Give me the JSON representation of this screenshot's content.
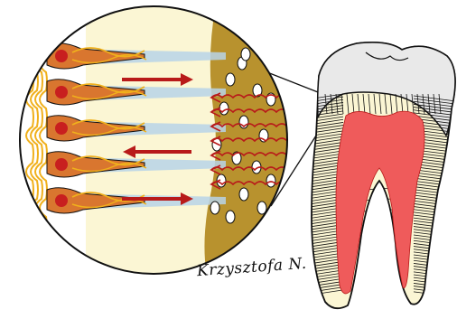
{
  "illustration": {
    "signature": "Krzysztofa N.",
    "colors": {
      "background": "#ffffff",
      "outline": "#111111",
      "enamel": "#e9e9e9",
      "dentin": "#fbf6d4",
      "pulp": "#ef5b5b",
      "tubule": "#b7d3e8",
      "cell_body": "#d9762f",
      "nucleus": "#c81f1f",
      "nerve_fiber": "#f0b01c",
      "arrow": "#b81a1a",
      "enamel_zone": "#b8922e",
      "pore": "#ffffff"
    },
    "arrows": [
      {
        "direction": "right"
      },
      {
        "direction": "left"
      },
      {
        "direction": "right"
      }
    ],
    "stimulus_waves": 7,
    "odontoblasts": 5
  }
}
